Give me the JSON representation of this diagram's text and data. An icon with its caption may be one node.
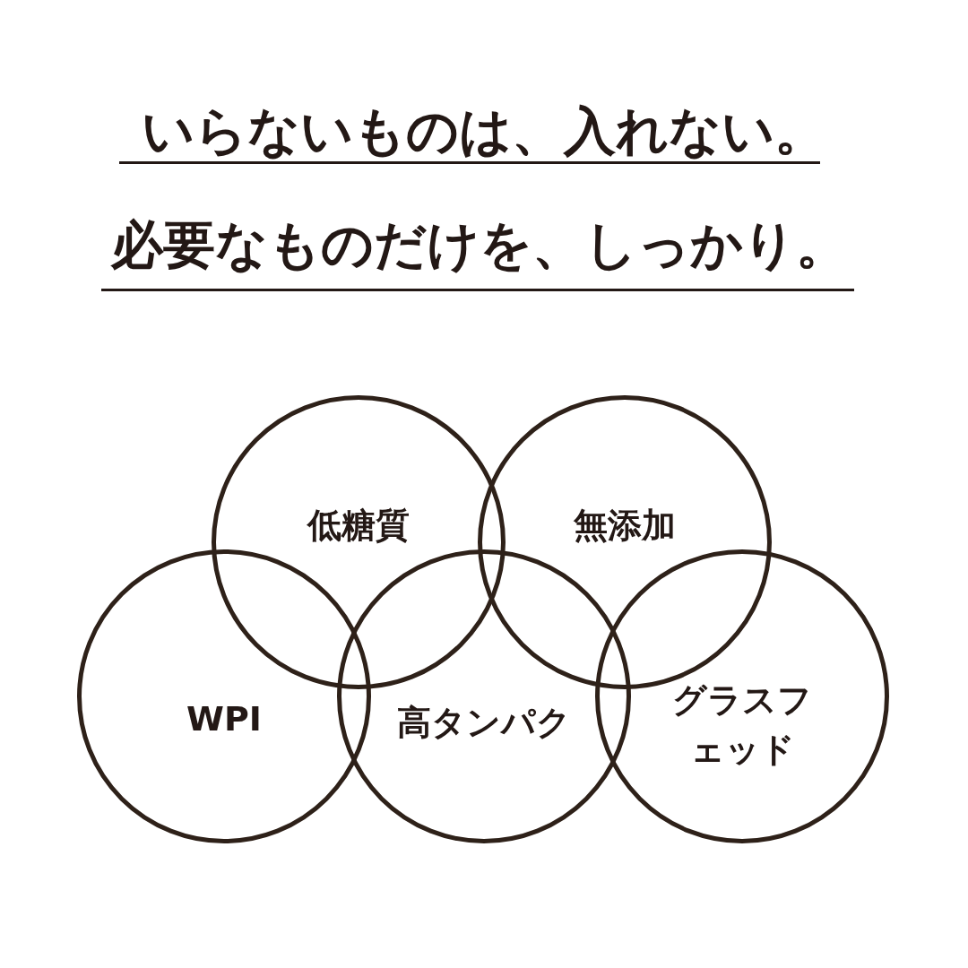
{
  "diagram": {
    "nodes": [
      {
        "text": [
          "低糖質"
        ]
      },
      {
        "text": [
          "無添加"
        ]
      },
      {
        "text": [
          "WPI"
        ]
      },
      {
        "text": [
          "高タンパク"
        ]
      },
      {
        "text": [
          "グラスフェッド"
        ]
      }
    ],
    "labels": [
      "いらないものは、入れない。",
      "必要なものだけを、しっかり。"
    ]
  }
}
